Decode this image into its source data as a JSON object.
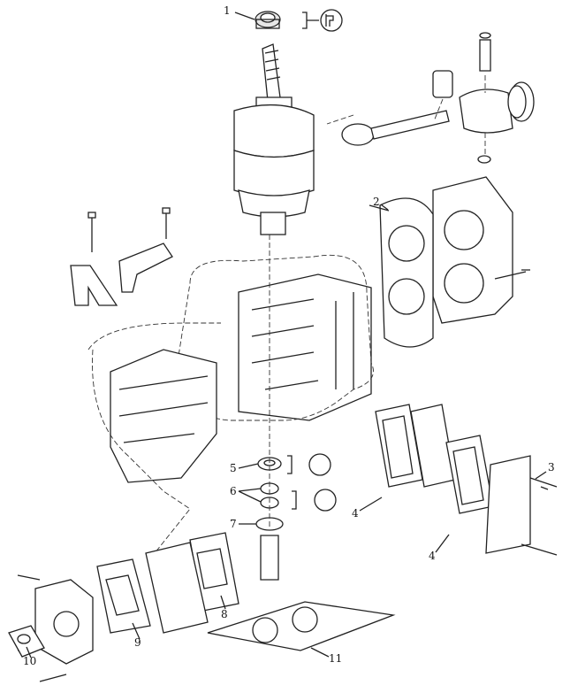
{
  "diagram": {
    "type": "exploded-parts-diagram",
    "callouts": [
      {
        "id": "c1",
        "label": "1"
      },
      {
        "id": "c2",
        "label": "2"
      },
      {
        "id": "c3",
        "label": "3"
      },
      {
        "id": "c4a",
        "label": "4"
      },
      {
        "id": "c4b",
        "label": "4"
      },
      {
        "id": "c5",
        "label": "5"
      },
      {
        "id": "c6",
        "label": "6"
      },
      {
        "id": "c7",
        "label": "7"
      },
      {
        "id": "c8",
        "label": "8"
      },
      {
        "id": "c9",
        "label": "9"
      },
      {
        "id": "c10",
        "label": "10"
      },
      {
        "id": "c11",
        "label": "11"
      }
    ]
  }
}
